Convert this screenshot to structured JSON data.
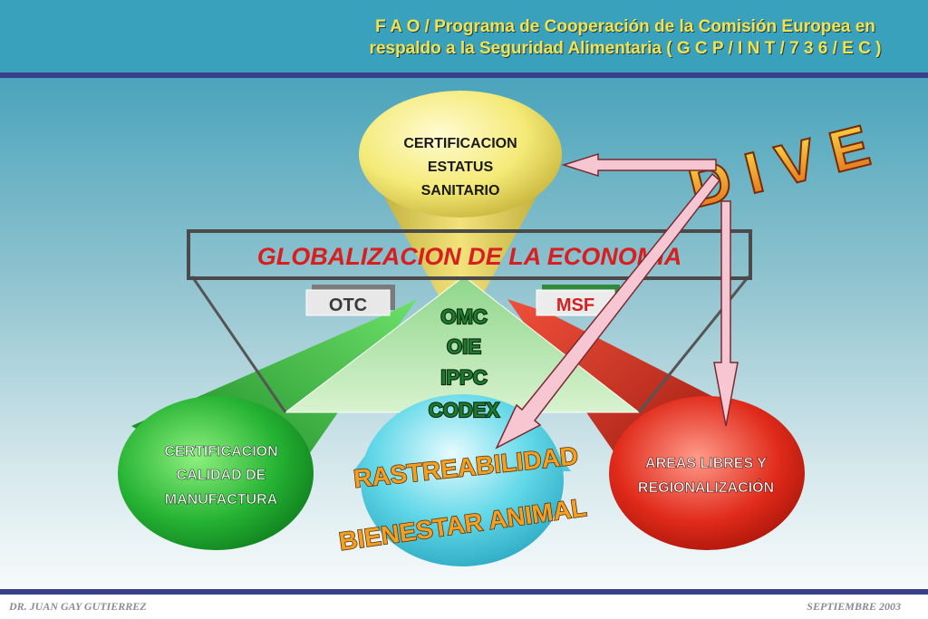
{
  "header": {
    "line1": "F A O   /   Programa de Cooperación de la Comisión Europea en",
    "line2": "respaldo a la Seguridad Alimentaria ( G C P / I N T / 7 3 6 / E C )"
  },
  "banner": {
    "text": "GLOBALIZACION DE LA ECONOMIA"
  },
  "tags": {
    "otc": "OTC",
    "msf": "MSF"
  },
  "organizations": [
    "OMC",
    "OIE",
    "IPPC",
    "CODEX"
  ],
  "nodes": {
    "top": [
      "CERTIFICACION",
      "ESTATUS",
      "SANITARIO"
    ],
    "left": [
      "CERTIFICACION",
      "CALIDAD DE",
      "MANUFACTURA"
    ],
    "right": [
      "AREAS  LIBRES  Y",
      "REGIONALIZACIÓN"
    ],
    "bottom": [
      "RASTREABILIDAD",
      "BIENESTAR ANIMAL"
    ]
  },
  "dive": {
    "text": "D I V E"
  },
  "colors": {
    "top_fill": "#f4ea78",
    "left_fill": "#2fb83a",
    "right_fill": "#e02a1a",
    "bottom_fill": "#62d8e8",
    "banner_text": "#d81e1e",
    "arrow": "#f6c7d2"
  },
  "footer": {
    "left": "DR. JUAN GAY GUTIERREZ",
    "right": "SEPTIEMBRE 2003"
  }
}
